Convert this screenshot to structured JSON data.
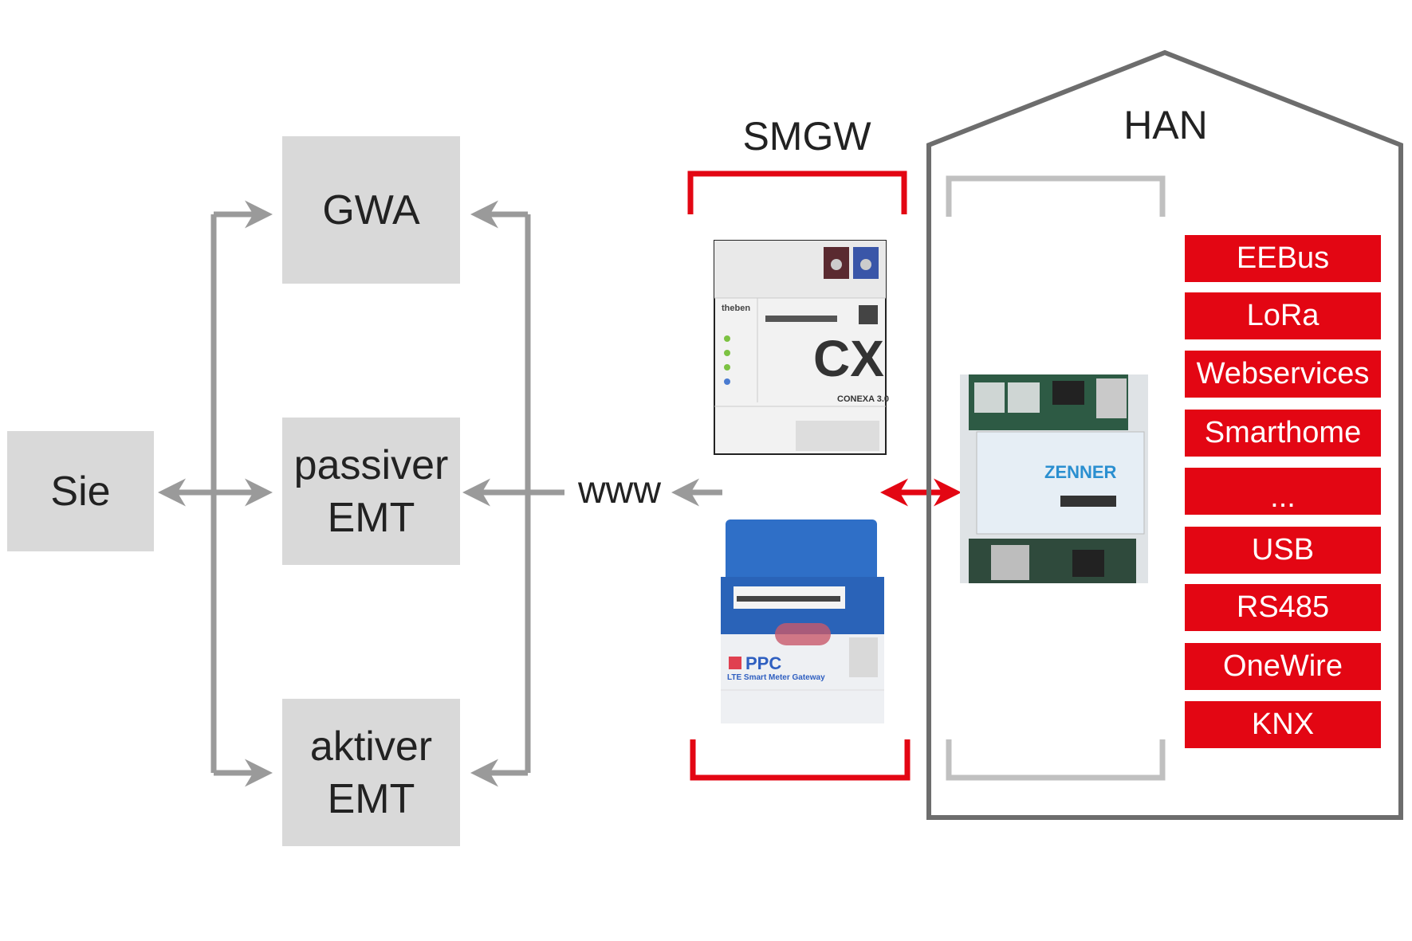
{
  "left": {
    "user": "Sie",
    "actors": [
      {
        "line1": "GWA",
        "line2": ""
      },
      {
        "line1": "passiver",
        "line2": "EMT"
      },
      {
        "line1": "aktiver",
        "line2": "EMT"
      }
    ],
    "network": "www"
  },
  "smgw": {
    "title": "SMGW",
    "devices": [
      {
        "logo": "theben",
        "model": "CX",
        "name": "CONEXA 3.0"
      },
      {
        "logo": "PPC",
        "name": "LTE Smart Meter Gateway"
      }
    ]
  },
  "han": {
    "title": "HAN",
    "device_logo": "ZENNER",
    "protocols": [
      "EEBus",
      "LoRa",
      "Webservices",
      "Smarthome",
      "...",
      "USB",
      "RS485",
      "OneWire",
      "KNX"
    ]
  },
  "colors": {
    "accent_red": "#e30613",
    "box_gray": "#d9d9d9",
    "arrow_gray": "#9a9a9a",
    "house_gray": "#6d6d6d",
    "bracket_gray": "#c0c0c0"
  }
}
